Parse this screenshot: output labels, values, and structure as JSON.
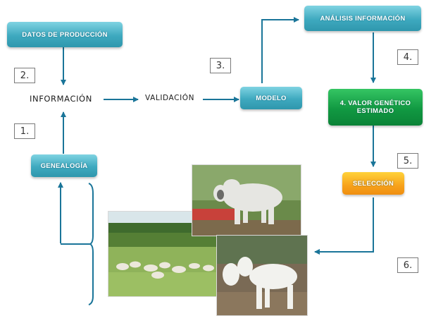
{
  "nodes": {
    "datos_produccion": "DATOS DE PRODUCCIÓN",
    "genealogia": "GENEALOGÍA",
    "modelo": "MODELO",
    "analisis": "ANÁLISIS INFORMACIÓN",
    "valor_genetico": "4. VALOR GENÉTICO ESTIMADO",
    "seleccion": "SELECCIÓN"
  },
  "labels": {
    "informacion": "INFORMACIÓN",
    "validacion": "VALIDACIÓN"
  },
  "steps": [
    "1.",
    "2.",
    "3.",
    "4.",
    "5.",
    "6."
  ],
  "colors": {
    "arrow": "#1a7599",
    "node_teal": "#3ea9bf",
    "node_green": "#119942",
    "node_orange": "#f7a21b"
  },
  "photos": [
    "zebu-bull-photo",
    "cattle-herd-pasture-photo",
    "white-zebu-cows-photo"
  ]
}
